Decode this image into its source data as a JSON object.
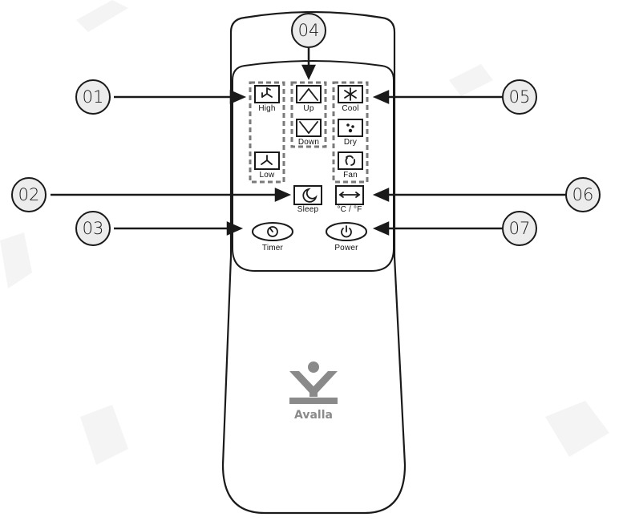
{
  "remote": {
    "brand": "Avalla",
    "buttons": {
      "high": {
        "label": "High",
        "icon": "fan-high-icon"
      },
      "low": {
        "label": "Low",
        "icon": "fan-low-icon"
      },
      "up": {
        "label": "Up",
        "icon": "chevron-up-icon"
      },
      "down": {
        "label": "Down",
        "icon": "chevron-down-icon"
      },
      "cool": {
        "label": "Cool",
        "icon": "snowflake-icon"
      },
      "dry": {
        "label": "Dry",
        "icon": "droplets-icon"
      },
      "fan": {
        "label": "Fan",
        "icon": "fan-mode-icon"
      },
      "sleep": {
        "label": "Sleep",
        "icon": "moon-icon"
      },
      "unit": {
        "label": "°C / °F",
        "icon": "double-arrow-icon"
      },
      "timer": {
        "label": "Timer",
        "icon": "timer-icon"
      },
      "power": {
        "label": "Power",
        "icon": "power-icon"
      }
    }
  },
  "callouts": [
    {
      "id": "01",
      "target": "High / Low fan speed"
    },
    {
      "id": "02",
      "target": "Sleep"
    },
    {
      "id": "03",
      "target": "Timer"
    },
    {
      "id": "04",
      "target": "Up / Down"
    },
    {
      "id": "05",
      "target": "Cool / Dry / Fan mode"
    },
    {
      "id": "06",
      "target": "°C / °F"
    },
    {
      "id": "07",
      "target": "Power"
    }
  ],
  "colors": {
    "outline": "#1a1a1a",
    "callout_fill": "#ececec",
    "dash": "#7a7a7a",
    "logo": "#8a8a8a"
  }
}
